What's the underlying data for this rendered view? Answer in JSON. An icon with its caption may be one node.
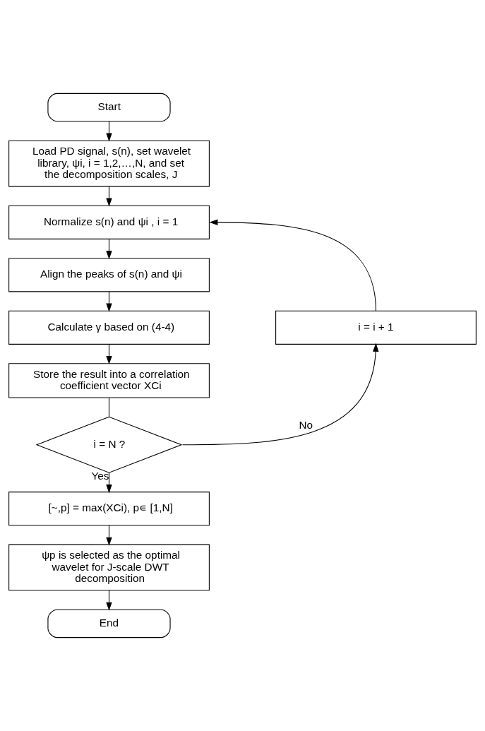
{
  "diagram": {
    "nodes": [
      {
        "text": [
          "Start"
        ]
      },
      {
        "text": [
          "Load PD signal, s(n), set wavelet library, ψi, i = 1,2,…,N, and set the decomposition scales, J"
        ]
      },
      {
        "text": [
          "Normalize s(n) and ψi , i = 1"
        ]
      },
      {
        "text": [
          "Align the peaks of s(n) and ψi"
        ]
      },
      {
        "text": [
          "Calculate γ based on (4-4)"
        ]
      },
      {
        "text": [
          "Store the result into a correlation coefficient vector XCi"
        ]
      },
      {
        "text": [
          "i = N ?"
        ]
      },
      {
        "text": [
          "i = i + 1"
        ]
      },
      {
        "text": [
          "[~,p] = max(XCi), p∊ [1,N]"
        ]
      },
      {
        "text": [
          "ψp is selected as the optimal wavelet for J-scale DWT decomposition"
        ]
      },
      {
        "text": [
          "End"
        ]
      }
    ],
    "edges": [
      {
        "from": 0,
        "to": 1,
        "arrow": "to"
      },
      {
        "from": 1,
        "to": 2,
        "arrow": "to"
      },
      {
        "from": 2,
        "to": 3,
        "arrow": "to"
      },
      {
        "from": 3,
        "to": 4,
        "arrow": "to"
      },
      {
        "from": 4,
        "to": 5,
        "arrow": "to"
      },
      {
        "from": 5,
        "to": 6,
        "arrow": "none"
      },
      {
        "from": 6,
        "to": 7,
        "arrow": "to",
        "label": "No"
      },
      {
        "from": 7,
        "to": 2,
        "arrow": "to"
      },
      {
        "from": 6,
        "to": 8,
        "arrow": "to",
        "label": "Yes"
      },
      {
        "from": 8,
        "to": 9,
        "arrow": "to"
      },
      {
        "from": 9,
        "to": 10,
        "arrow": "to"
      }
    ]
  }
}
